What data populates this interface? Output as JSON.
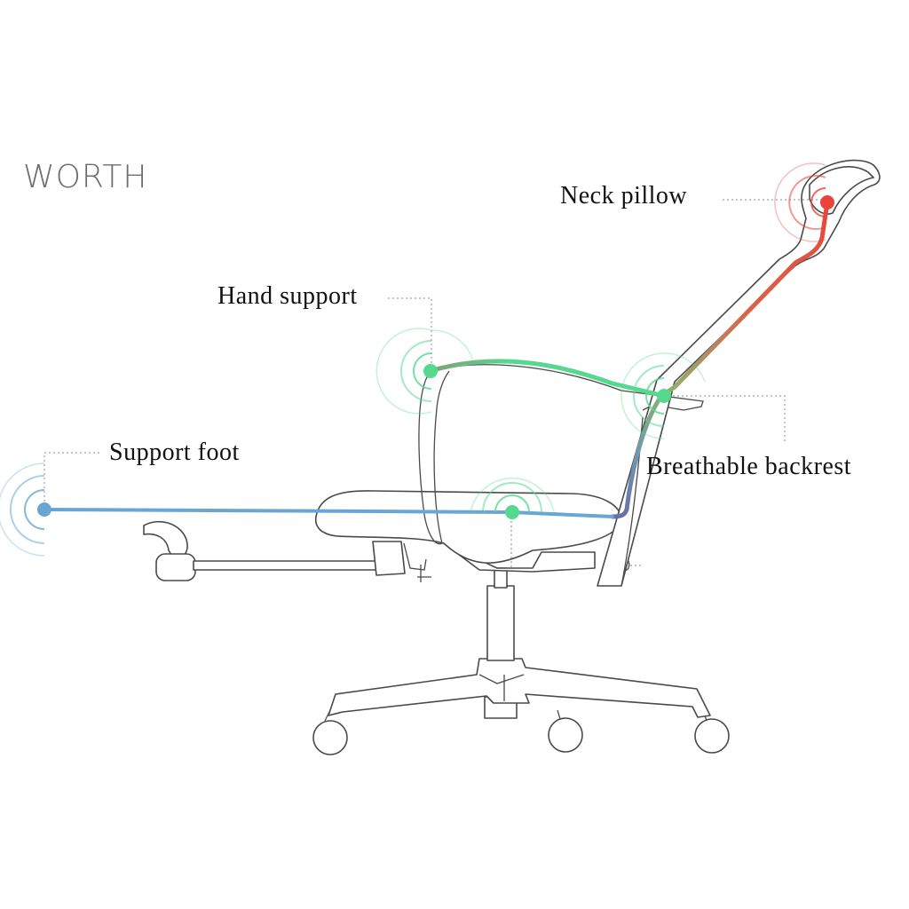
{
  "brand": {
    "name": "WORTH"
  },
  "callouts": {
    "neck_pillow": "Neck pillow",
    "hand_support": "Hand support",
    "support_foot": "Support foot",
    "breathable_backrest": "Breathable backrest"
  },
  "colors": {
    "neck_pillow": "#e8443a",
    "hand_support": "#55d98f",
    "support_foot": "#6aa6d4",
    "seat": "#55d98f",
    "backrest": "#55d98f",
    "outline": "#4a4a4a",
    "leader": "#8a8a8a"
  }
}
